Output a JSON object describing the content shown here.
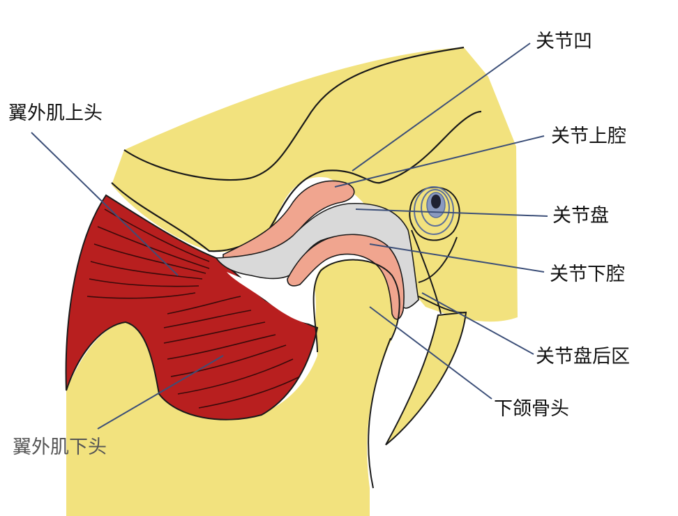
{
  "labels": {
    "articular_fossa": "关节凹",
    "superior_joint_cavity": "关节上腔",
    "articular_disc": "关节盘",
    "inferior_joint_cavity": "关节下腔",
    "retrodiscal_region": "关节盘后区",
    "mandibular_condyle": "下颌骨头",
    "lateral_pterygoid_superior_head": "翼外肌上头",
    "lateral_pterygoid_inferior_head": "翼外肌下头"
  },
  "colors": {
    "bone": "#f2e27e",
    "muscle": "#b81f1f",
    "disc": "#d9d9d9",
    "synovial": "#f0a58f",
    "outline": "#1a1a1a",
    "leader": "#3c4f78",
    "ear_canal": "#5c6f9a"
  }
}
